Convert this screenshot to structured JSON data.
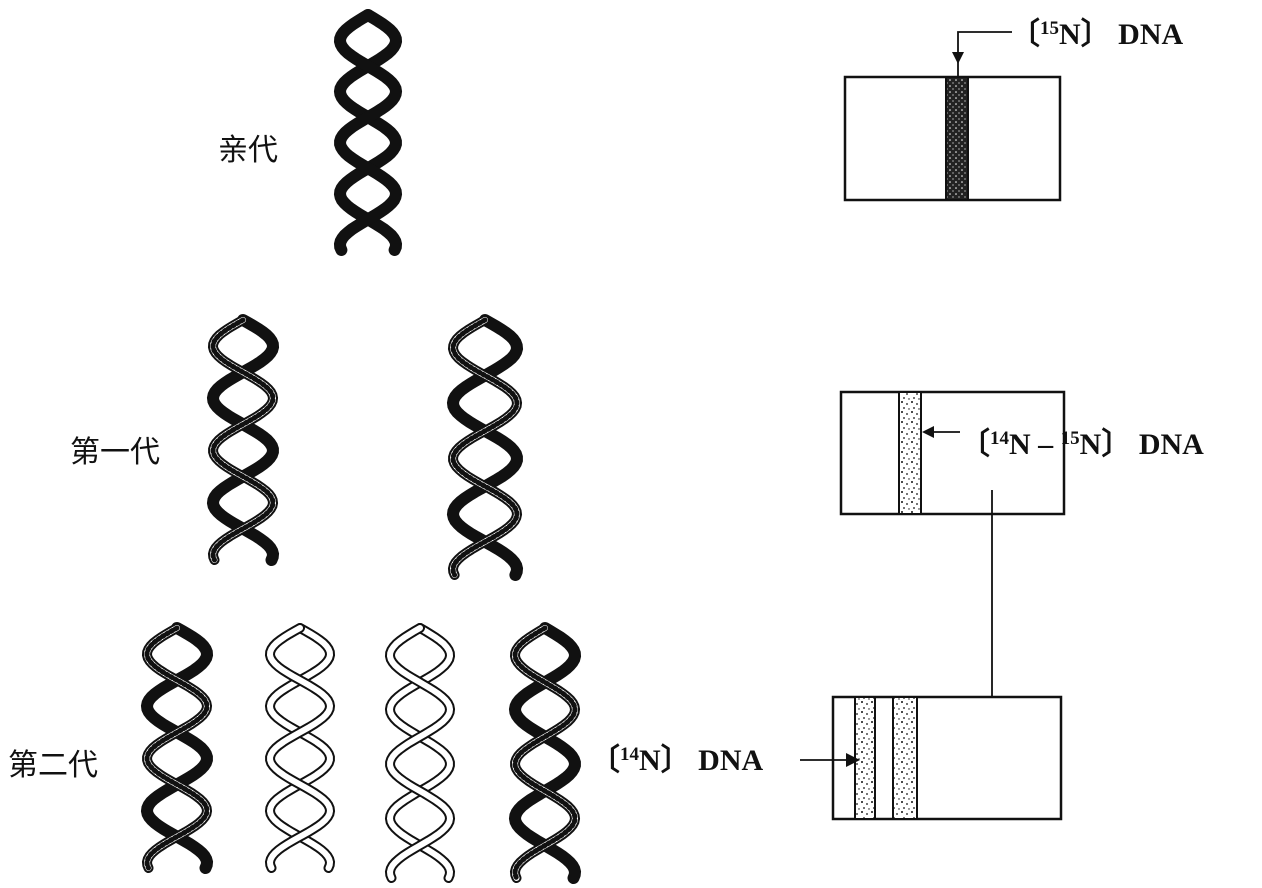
{
  "generations": {
    "parent": "亲代",
    "first": "第一代",
    "second": "第二代"
  },
  "labels": {
    "n15": {
      "open": "〔",
      "sup": "15",
      "el": "N",
      "close": "〕",
      "text": " DNA"
    },
    "hybrid": {
      "open": "〔",
      "sup1": "14",
      "el1": "N",
      "dash": " – ",
      "sup2": "15",
      "el2": "N",
      "close": "〕",
      "text": " DNA"
    },
    "n14": {
      "open": "〔",
      "sup": "14",
      "el": "N",
      "close": "〕",
      "text": " DNA"
    }
  },
  "colors": {
    "ink": "#111111",
    "paper": "#ffffff"
  }
}
